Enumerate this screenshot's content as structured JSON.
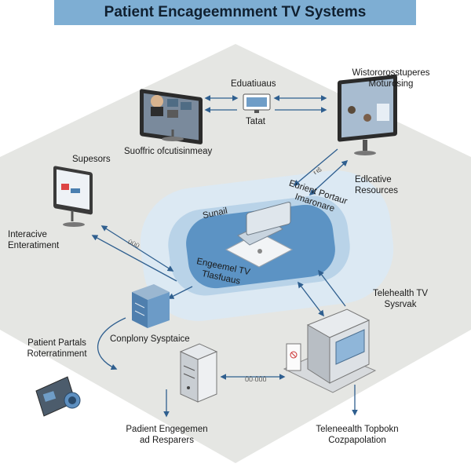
{
  "title": "Patient Encageemnment TV Systems",
  "colors": {
    "hex_fill": "#e5e6e3",
    "halo": "#dce9f3",
    "ring": "#a8c7e1",
    "core": "#5c93c4",
    "title_bar": "#7eaed3",
    "arrow": "#2f5f8f"
  },
  "center": {
    "top_label": "Eurient Portaur\nImaronare",
    "left_label": "Sunail",
    "bottom_label": "Engeemel TV\nTlasfuaus"
  },
  "nodes": {
    "top_center": {
      "label_top": "Eduatiuaus",
      "label_bottom": "Tatat",
      "icon": "monitor-icon"
    },
    "top_left": {
      "label": "Suoffric ofcutisinmeay",
      "icon": "tv-monitor-icon"
    },
    "top_right": {
      "label": "Wistororosstuperes\nMoturosing",
      "icon": "tv-monitor-icon"
    },
    "mid_left": {
      "caption": "Supesors",
      "label": "Interacive\nEnteratiment",
      "icon": "presentation-monitor-icon"
    },
    "mid_right": {
      "label": "Edlcative\nResources",
      "icon": "arrow-icon"
    },
    "center_left": {
      "label": "Conplony Sysptaice",
      "icon": "server-box-icon"
    },
    "far_left": {
      "label": "Patient Partals\nRoterratinment",
      "icon": "camera-screen-icon"
    },
    "right": {
      "label": "Telehealth TV\nSysrvak",
      "icon": "kiosk-tv-icon"
    },
    "bottom_left": {
      "label": "Padient Engegemen\nad Resparers",
      "icon": "server-tower-icon"
    },
    "bottom_right": {
      "label": "Teleneealth Topbokn\nCozpapolation",
      "icon": "kiosk-icon"
    }
  },
  "tiny_labels": {
    "a": "ŧ ŧŜ",
    "b": "ŪŪŪ",
    "c": "ŮŮ·ŮŮŮ"
  }
}
